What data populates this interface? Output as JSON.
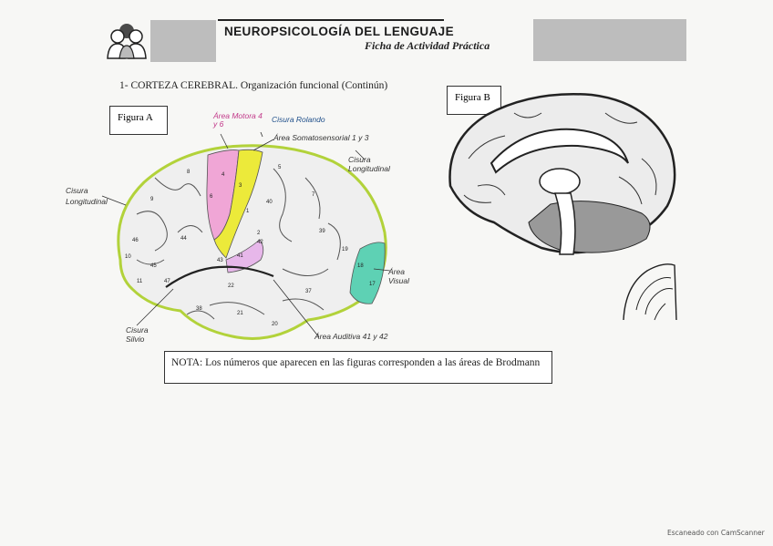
{
  "header": {
    "title": "NEUROPSICOLOGÍA DEL LENGUAJE",
    "subtitle": "Ficha de Actividad Práctica",
    "logo_icon": "people-heads-logo"
  },
  "section": {
    "heading": "1-  CORTEZA CEREBRAL. Organización funcional (Continún)"
  },
  "figure_a": {
    "label": "Figura A",
    "annotations": {
      "motor": "Área Motora 4 y 6",
      "rolando": "Cisura Rolando",
      "somato": "Área Somatosensorial 1 y 3",
      "longitudinal_right": "Cisura Longitudinal",
      "longitudinal_left": "Cisura Longitudinal",
      "visual": "Área Visual",
      "auditiva": "Área Auditiva 41 y 42",
      "silvio": "Cisura Silvio"
    },
    "area_numbers": [
      "8",
      "6",
      "4",
      "3",
      "1",
      "2",
      "5",
      "7",
      "9",
      "10",
      "46",
      "45",
      "44",
      "43",
      "40",
      "39",
      "19",
      "18",
      "17",
      "41",
      "42",
      "22",
      "21",
      "20",
      "37",
      "38",
      "11",
      "47"
    ],
    "colors": {
      "motor": "#f0a6d6",
      "somato": "#ecea3a",
      "visual": "#5ed1b4",
      "auditiva": "#e7b7ea",
      "outline": "#b2d23a"
    }
  },
  "figure_b": {
    "label": "Figura B"
  },
  "note": {
    "text": "NOTA: Los números que aparecen en las figuras corresponden a las áreas de Brodmann"
  },
  "footer": {
    "scanner": "Escaneado con CamScanner"
  }
}
